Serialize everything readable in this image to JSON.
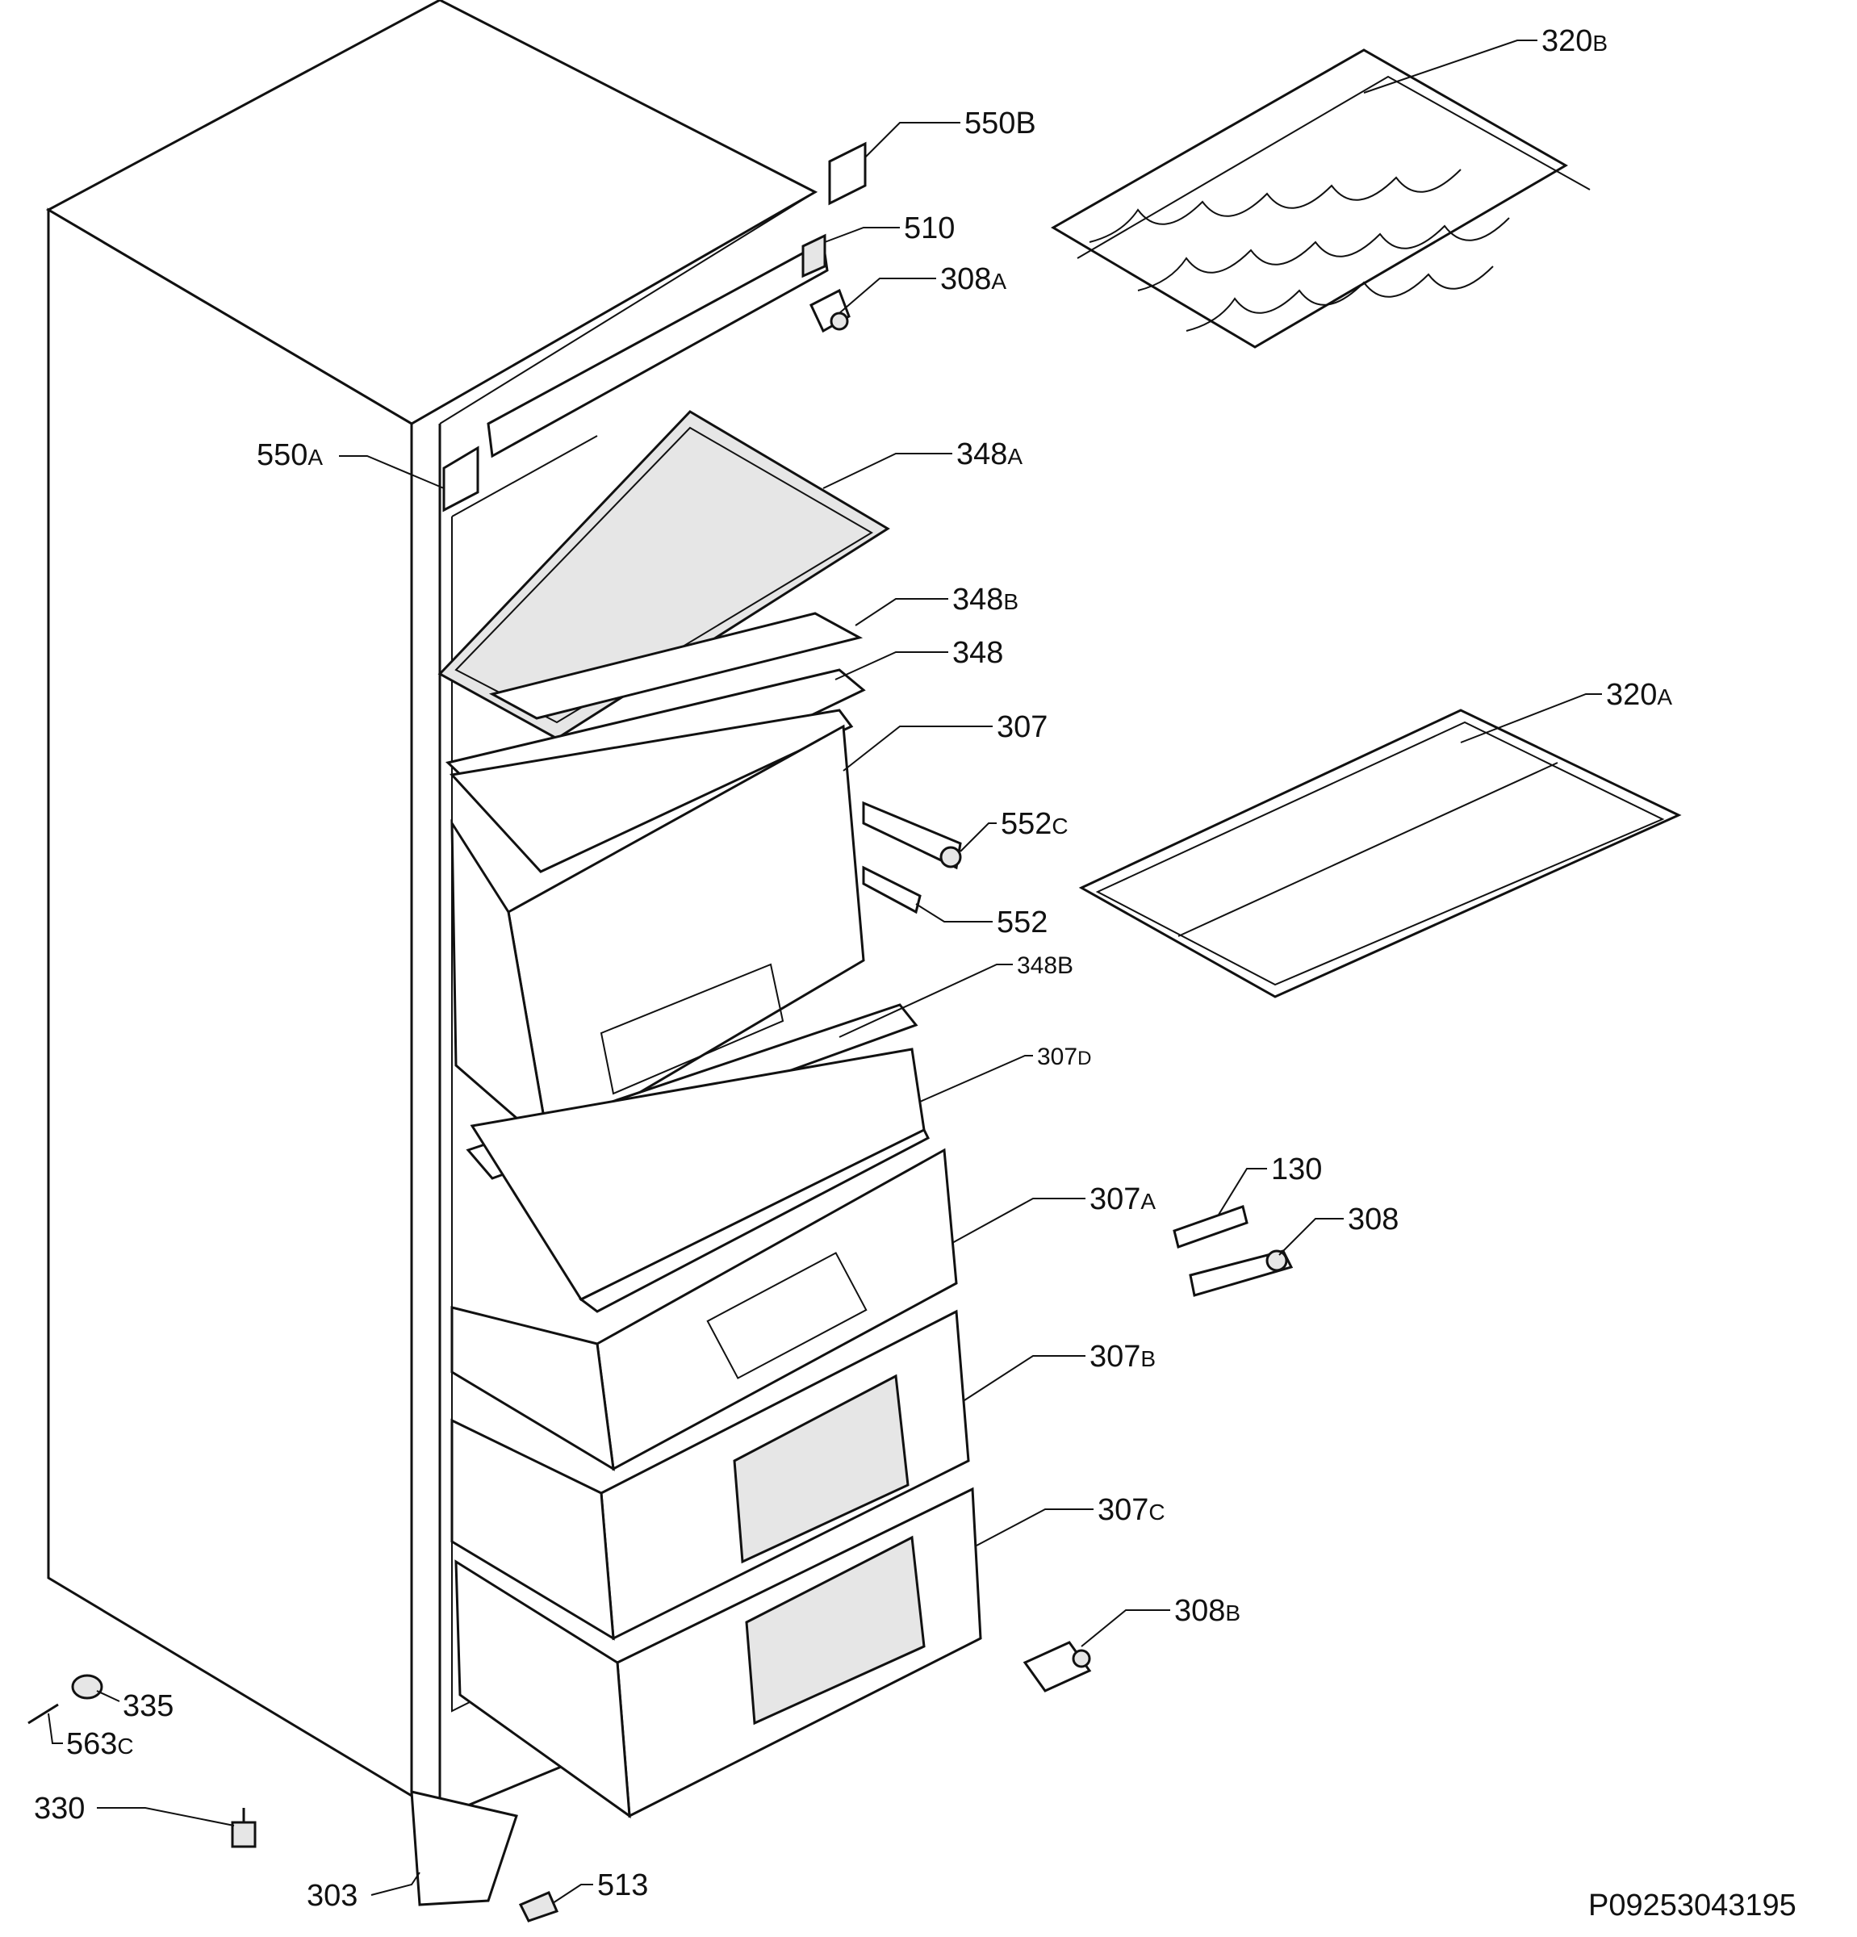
{
  "drawing_code": "P09253043195",
  "callouts": [
    {
      "id": "550B",
      "num": "550B",
      "suf": ""
    },
    {
      "id": "510",
      "num": "510",
      "suf": ""
    },
    {
      "id": "308A",
      "num": "308",
      "suf": "A"
    },
    {
      "id": "320B",
      "num": "320",
      "suf": "B"
    },
    {
      "id": "550A",
      "num": "550",
      "suf": "A"
    },
    {
      "id": "348A",
      "num": "348",
      "suf": "A"
    },
    {
      "id": "348B_top",
      "num": "348",
      "suf": "B"
    },
    {
      "id": "348",
      "num": "348",
      "suf": ""
    },
    {
      "id": "307",
      "num": "307",
      "suf": ""
    },
    {
      "id": "320A",
      "num": "320",
      "suf": "A"
    },
    {
      "id": "552C",
      "num": "552",
      "suf": "C"
    },
    {
      "id": "552",
      "num": "552",
      "suf": ""
    },
    {
      "id": "348B_low",
      "num": "348B",
      "suf": ""
    },
    {
      "id": "307D",
      "num": "307",
      "suf": "D"
    },
    {
      "id": "130",
      "num": "130",
      "suf": ""
    },
    {
      "id": "307A",
      "num": "307",
      "suf": "A"
    },
    {
      "id": "308",
      "num": "308",
      "suf": ""
    },
    {
      "id": "307B",
      "num": "307",
      "suf": "B"
    },
    {
      "id": "307C",
      "num": "307",
      "suf": "C"
    },
    {
      "id": "308B",
      "num": "308",
      "suf": "B"
    },
    {
      "id": "335",
      "num": "335",
      "suf": ""
    },
    {
      "id": "563C",
      "num": "563",
      "suf": "C"
    },
    {
      "id": "330",
      "num": "330",
      "suf": ""
    },
    {
      "id": "513",
      "num": "513",
      "suf": ""
    },
    {
      "id": "303",
      "num": "303",
      "suf": ""
    }
  ]
}
